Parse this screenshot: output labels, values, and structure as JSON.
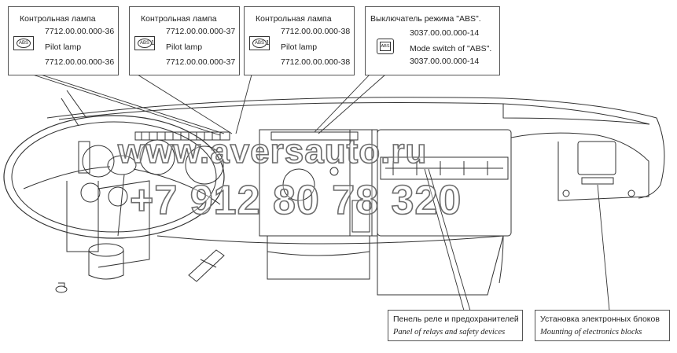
{
  "callouts": {
    "lamp1": {
      "title_ru": "Контрольная лампа",
      "part_top": "7712.00.00.000-36",
      "title_en": "Pilot lamp",
      "part_bottom": "7712.00.00.000-36",
      "icon_text": "ABS",
      "icon_suffix": ""
    },
    "lamp2": {
      "title_ru": "Контрольная лампа",
      "part_top": "7712.00.00.000-37",
      "title_en": "Pilot lamp",
      "part_bottom": "7712.00.00.000-37",
      "icon_text": "ABS",
      "icon_suffix": "1"
    },
    "lamp3": {
      "title_ru": "Контрольная лампа",
      "part_top": "7712.00.00.000-38",
      "title_en": "Pilot lamp",
      "part_bottom": "7712.00.00.000-38",
      "icon_text": "ABS",
      "icon_suffix": "1"
    },
    "switch": {
      "title_ru": "Выключатель режима  \"ABS\".",
      "part_top": "3037.00.00.000-14",
      "title_en": "Mode switch of  \"ABS\".",
      "part_bottom": "3037.00.00.000-14",
      "icon_text": "ABS"
    },
    "relays": {
      "title_ru": "Пенель реле и предохранителей",
      "title_en": "Panel of relays and safety devices"
    },
    "electronics": {
      "title_ru": "Установка электронных блоков",
      "title_en": "Mounting of electronics blocks"
    }
  },
  "watermark": {
    "site": "www.aversauto.ru",
    "phone": "+7 912 80 78 320"
  },
  "colors": {
    "line": "#333333",
    "box_border": "#555555",
    "watermark_stroke": "#6d6d6d"
  },
  "icons": [
    "lamp-abs-icon",
    "switch-abs-icon"
  ]
}
